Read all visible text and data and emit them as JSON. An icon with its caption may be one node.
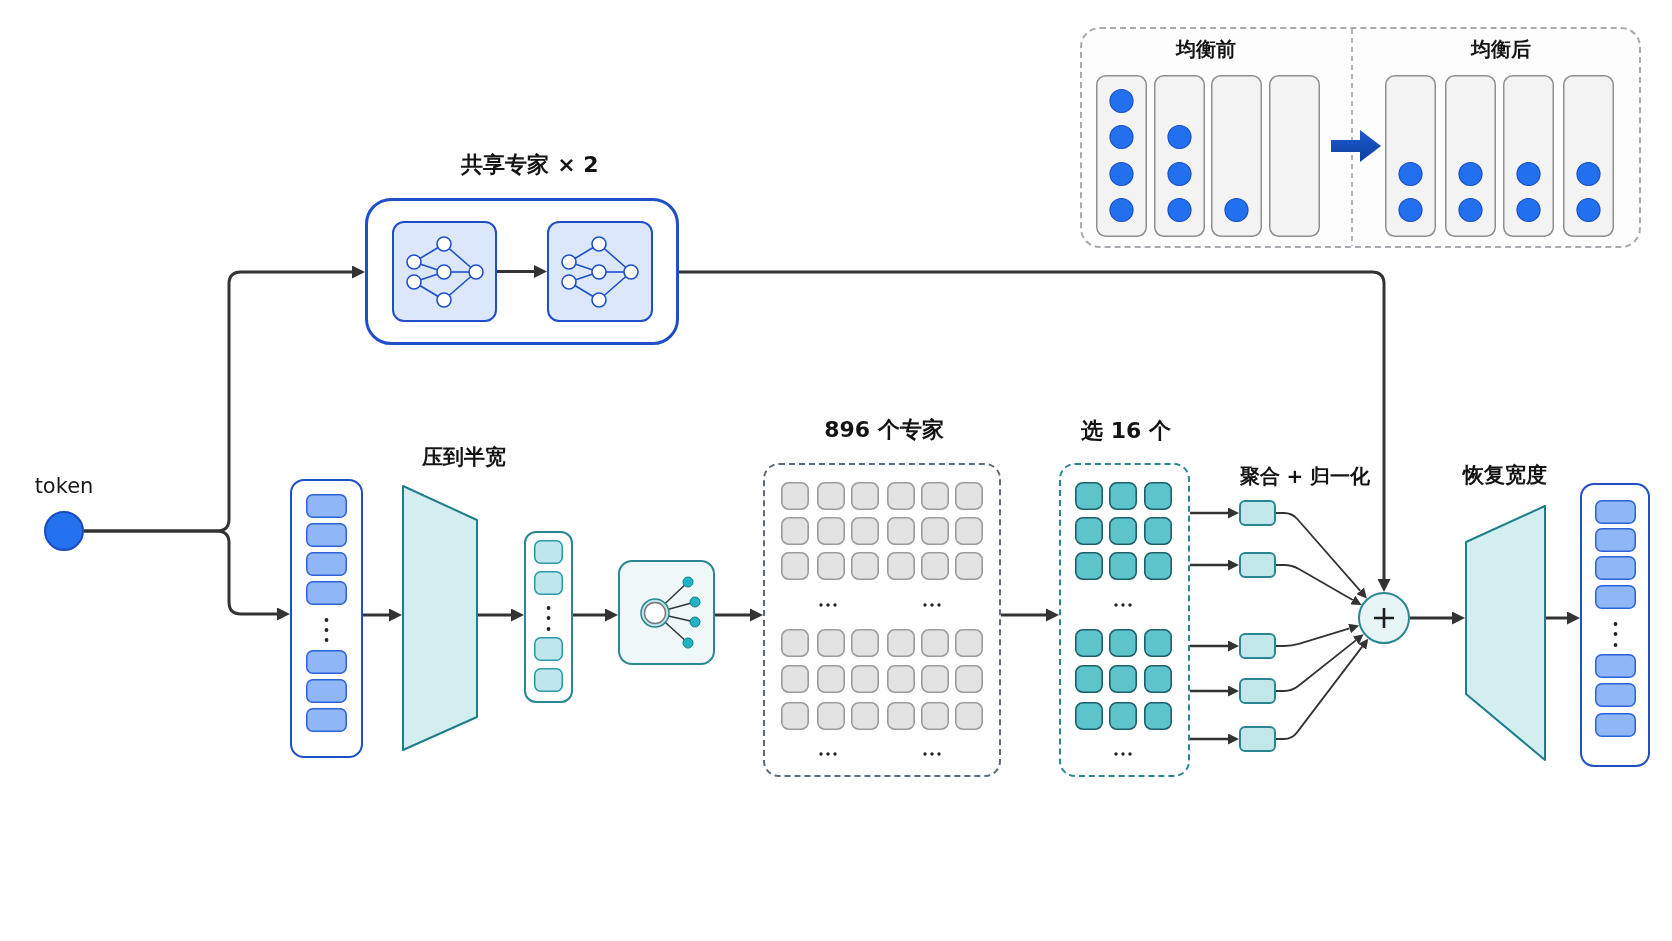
{
  "diagram": {
    "nodes": [
      {
        "text": [
          "均衡前",
          "均衡后"
        ]
      },
      {
        "text": [
          "共享专家 × 2"
        ]
      },
      {
        "text": [],
        "shape": "box",
        "in": 1
      },
      {
        "text": [],
        "shape": "box",
        "in": 1
      },
      {
        "text": [
          "token"
        ]
      },
      {
        "text": [],
        "shape": "box"
      },
      {
        "text": [
          "压到半宽"
        ]
      },
      {
        "text": [],
        "shape": "box"
      },
      {
        "text": [],
        "shape": "box"
      },
      {
        "text": [
          "896 个专家"
        ]
      },
      {
        "text": [
          "选 16 个"
        ]
      },
      {
        "text": [],
        "shape": "box"
      },
      {
        "text": [],
        "shape": "box"
      },
      {
        "text": [],
        "shape": "box"
      },
      {
        "text": [],
        "shape": "box"
      },
      {
        "text": [],
        "shape": "box"
      },
      {
        "text": [],
        "shape": "circle"
      },
      {
        "text": [
          "恢复宽度"
        ]
      },
      {
        "text": [],
        "shape": "box"
      }
    ],
    "edges": [
      {
        "from": 4,
        "to": 1,
        "arrow": "to"
      },
      {
        "from": 4,
        "to": 5,
        "arrow": "to"
      },
      {
        "from": 2,
        "to": 3,
        "arrow": "to"
      },
      {
        "from": 1,
        "to": 16,
        "arrow": "to"
      },
      {
        "from": 5,
        "to": 6,
        "arrow": "to"
      },
      {
        "from": 6,
        "to": 7,
        "arrow": "to"
      },
      {
        "from": 7,
        "to": 8,
        "arrow": "to"
      },
      {
        "from": 8,
        "to": 9,
        "arrow": "to"
      },
      {
        "from": 9,
        "to": 10,
        "arrow": "to"
      },
      {
        "from": 10,
        "to": 11,
        "arrow": "to"
      },
      {
        "from": 10,
        "to": 12,
        "arrow": "to"
      },
      {
        "from": 10,
        "to": 13,
        "arrow": "to"
      },
      {
        "from": 10,
        "to": 14,
        "arrow": "to"
      },
      {
        "from": 10,
        "to": 15,
        "arrow": "to"
      },
      {
        "from": 11,
        "to": 16,
        "arrow": "to"
      },
      {
        "from": 12,
        "to": 16,
        "arrow": "to"
      },
      {
        "from": 13,
        "to": 16,
        "arrow": "to"
      },
      {
        "from": 14,
        "to": 16,
        "arrow": "to"
      },
      {
        "from": 15,
        "to": 16,
        "arrow": "to"
      },
      {
        "from": 16,
        "to": 17,
        "arrow": "to"
      },
      {
        "from": 17,
        "to": 18,
        "arrow": "to"
      }
    ],
    "labels": [
      "聚合 + 归一化"
    ]
  }
}
